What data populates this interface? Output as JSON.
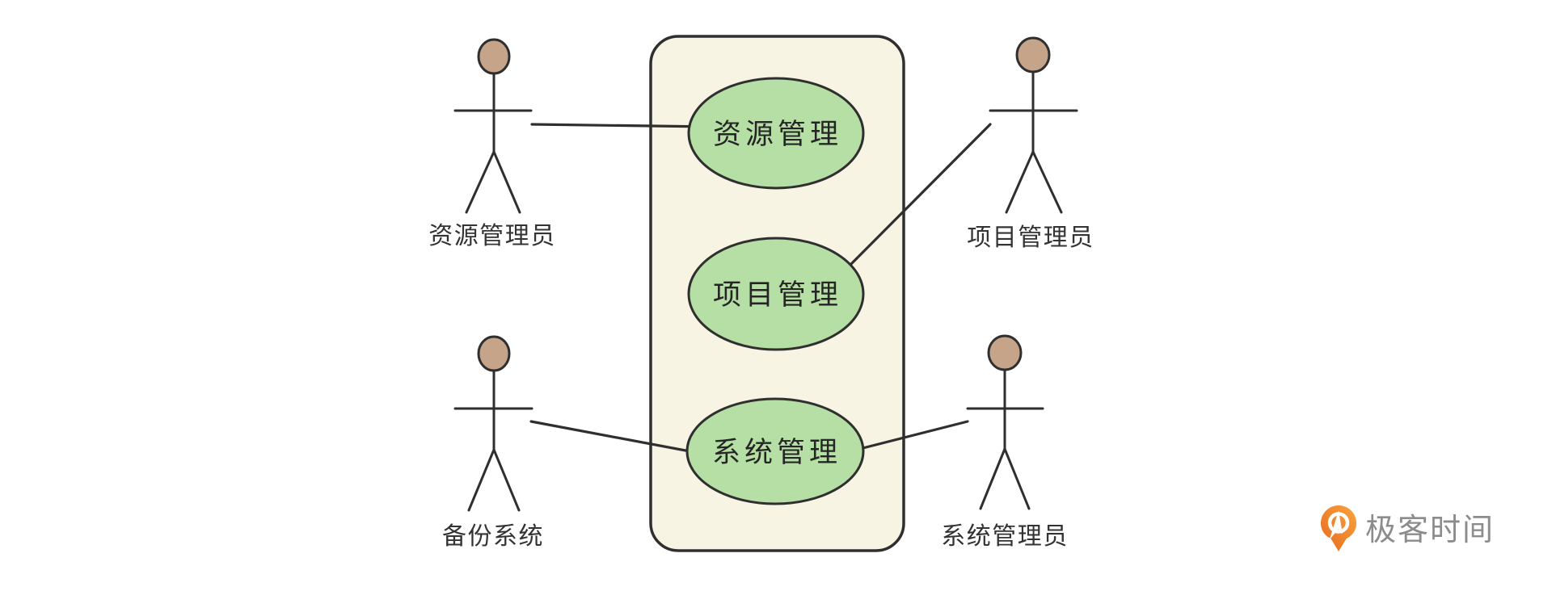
{
  "diagram": {
    "kind": "uml-use-case-diagram",
    "system_boundary": {
      "fill": "#F8F4E3",
      "stroke": "#2F2F2F"
    },
    "use_cases": [
      {
        "id": "resource-management",
        "label": "资源管理"
      },
      {
        "id": "project-management",
        "label": "项目管理"
      },
      {
        "id": "system-management",
        "label": "系统管理"
      }
    ],
    "actors": [
      {
        "id": "resource-admin",
        "label": "资源管理员",
        "position": "top-left"
      },
      {
        "id": "project-admin",
        "label": "项目管理员",
        "position": "top-right"
      },
      {
        "id": "backup-system",
        "label": "备份系统",
        "position": "bottom-left"
      },
      {
        "id": "system-admin",
        "label": "系统管理员",
        "position": "bottom-right"
      }
    ],
    "associations": [
      {
        "from": "资源管理员",
        "to": "资源管理"
      },
      {
        "from": "项目管理员",
        "to": "项目管理"
      },
      {
        "from": "备份系统",
        "to": "系统管理"
      },
      {
        "from": "系统管理员",
        "to": "系统管理"
      }
    ],
    "colors": {
      "use_case_fill": "#B6DFA5",
      "system_fill": "#F8F4E3",
      "stroke": "#2F2F2F",
      "actor_head_fill": "#C5A489",
      "label_color": "#333333",
      "background": "#FFFFFF"
    }
  },
  "branding": {
    "logo_icon": "geektime-pin-icon",
    "logo_text": "极客时间",
    "logo_orange_dark": "#E7691D",
    "logo_orange_light": "#F9A43C",
    "logo_text_color": "#8C8C8C"
  }
}
